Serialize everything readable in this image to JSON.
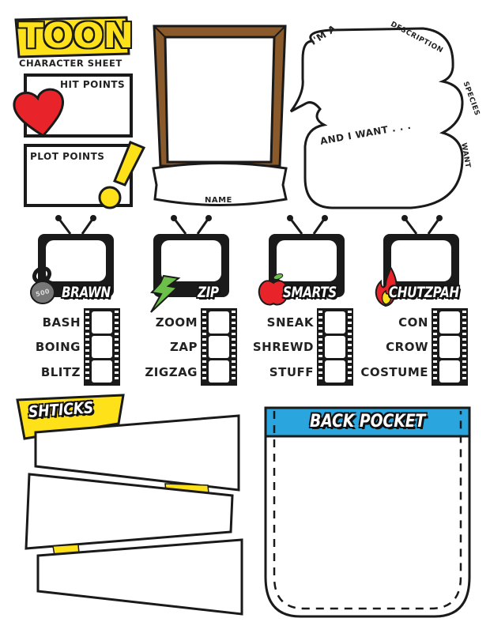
{
  "header": {
    "title": "TOON",
    "subtitle": "CHARACTER SHEET"
  },
  "points": {
    "hit_points_label": "HIT POINTS",
    "plot_points_label": "PLOT POINTS"
  },
  "portrait": {
    "name_label": "NAME"
  },
  "bubble": {
    "im_a": "I'M A",
    "description": "DESCRIPTION",
    "species": "SPECIES",
    "and_i_want": "AND I WANT . . .",
    "want": "WANT"
  },
  "attributes": [
    {
      "name": "BRAWN",
      "icon": "kettlebell-icon",
      "icon_text": "500",
      "skills": [
        "BASH",
        "BOING",
        "BLITZ"
      ]
    },
    {
      "name": "ZIP",
      "icon": "lightning-icon",
      "skills": [
        "ZOOM",
        "ZAP",
        "ZIGZAG"
      ]
    },
    {
      "name": "SMARTS",
      "icon": "apple-icon",
      "skills": [
        "SNEAK",
        "SHREWD",
        "STUFF"
      ]
    },
    {
      "name": "CHUTZPAH",
      "icon": "flame-icon",
      "skills": [
        "CON",
        "CROW",
        "COSTUME"
      ]
    }
  ],
  "shticks": {
    "title": "SHTICKS",
    "slots": 3
  },
  "back_pocket": {
    "title": "BACK POCKET"
  },
  "colors": {
    "yellow": "#FFE11A",
    "heart_red": "#E8232A",
    "frame_brown": "#8B5A2B",
    "pocket_blue": "#2AA5DE",
    "lightning_green": "#6CC04A",
    "kettlebell_gray": "#777777",
    "outline": "#1A1A1A"
  }
}
